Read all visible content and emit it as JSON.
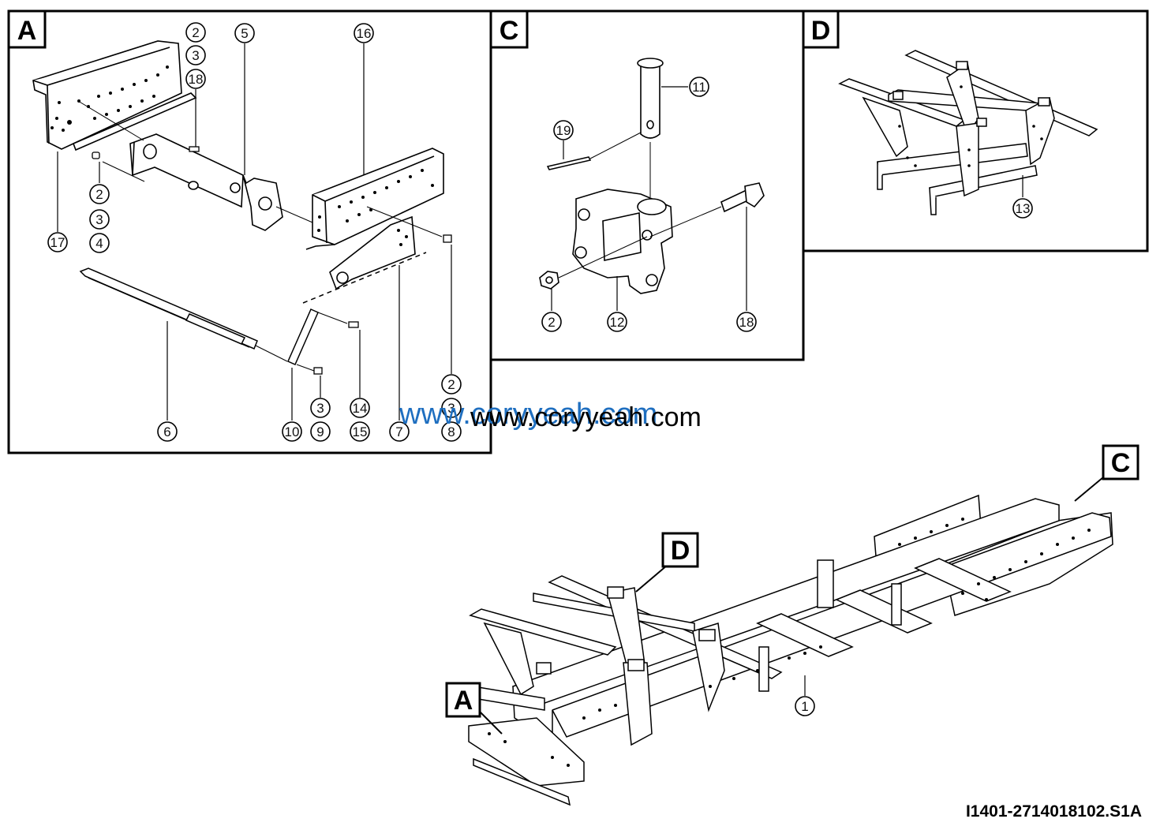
{
  "panels": {
    "a": {
      "label": "A"
    },
    "c": {
      "label": "C"
    },
    "d": {
      "label": "D"
    }
  },
  "overview_labels": {
    "a": "A",
    "c": "C",
    "d": "D"
  },
  "callouts": {
    "a": {
      "c2a": "2",
      "c3a": "3",
      "c18a": "18",
      "c5": "5",
      "c16": "16",
      "c2b": "2",
      "c3b": "3",
      "c4": "4",
      "c17": "17",
      "c6": "6",
      "c10": "10",
      "c3c": "3",
      "c9": "9",
      "c14": "14",
      "c15": "15",
      "c7": "7",
      "c2c": "2",
      "c3d": "3",
      "c8": "8"
    },
    "c": {
      "c11": "11",
      "c19": "19",
      "c2": "2",
      "c12": "12",
      "c18": "18"
    },
    "d": {
      "c13": "13"
    },
    "overview": {
      "c1": "1"
    }
  },
  "watermarks": {
    "blue": "www.coryyeah.com",
    "black": "www.coryyeah.com"
  },
  "drawing_id": "I1401-2714018102.S1A",
  "colors": {
    "line": "#000000",
    "watermark_blue": "#1f6fc0",
    "background": "#ffffff"
  }
}
